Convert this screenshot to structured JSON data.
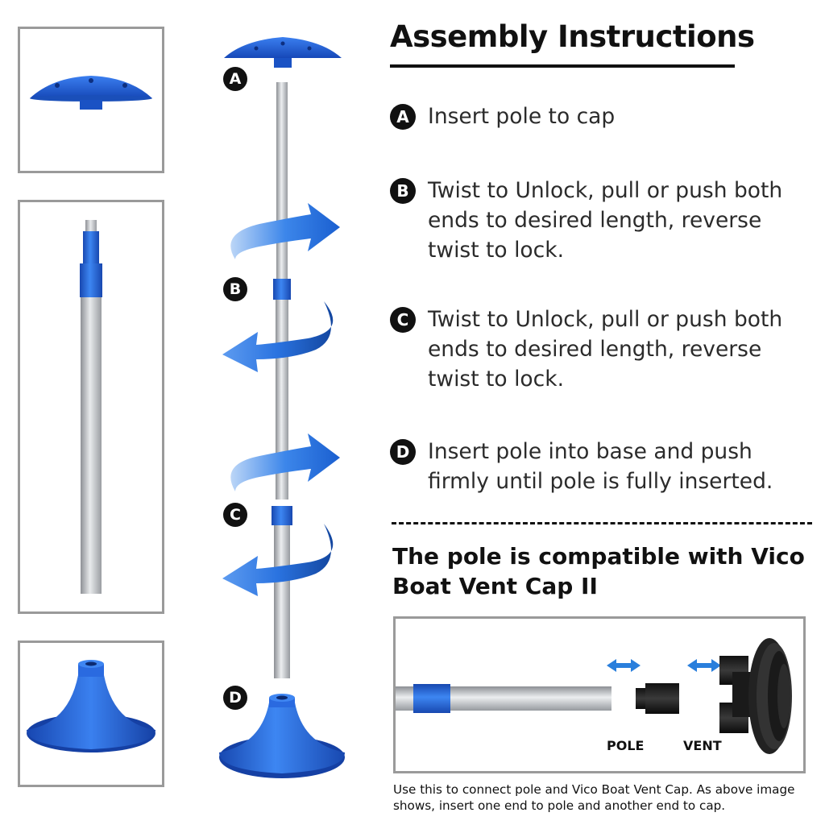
{
  "header": {
    "title": "Assembly Instructions"
  },
  "steps": [
    {
      "badge": "A",
      "text": "Insert pole to cap"
    },
    {
      "badge": "B",
      "text": "Twist to Unlock, pull or push both ends to desired length, reverse twist to lock."
    },
    {
      "badge": "C",
      "text": "Twist to Unlock, pull or push both ends to desired length, reverse twist to lock."
    },
    {
      "badge": "D",
      "text": "Insert pole into base and push firmly until pole is fully inserted."
    }
  ],
  "compatibility": {
    "heading": "The pole is compatible with Vico Boat Vent Cap II",
    "labels": {
      "pole": "POLE",
      "vent": "VENT"
    },
    "note": "Use this to connect pole and Vico Boat Vent Cap. As above image shows, insert one end to pole and another end to cap."
  },
  "diagram_markers": [
    "A",
    "B",
    "C",
    "D"
  ],
  "colors": {
    "blue": "#1f5fd6",
    "arrow_blue": "#2a73e0",
    "pole_silver": "#c7c9cc",
    "frame_gray": "#9a9a9a",
    "text_dark": "#111111"
  }
}
